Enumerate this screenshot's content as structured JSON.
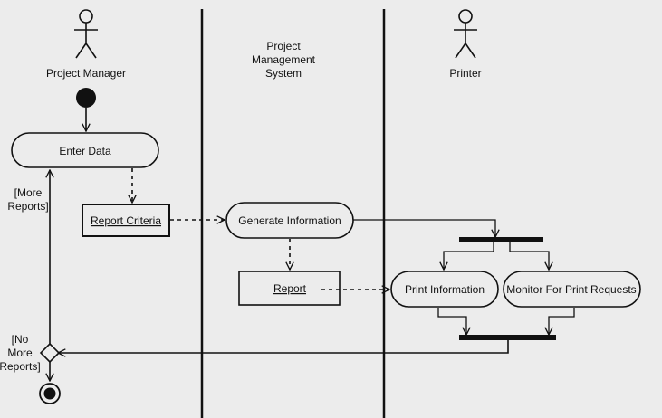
{
  "lanes": {
    "project_manager": "Project Manager",
    "pms": [
      "Project",
      "Management",
      "System"
    ],
    "printer": "Printer"
  },
  "activities": {
    "enter_data": "Enter Data",
    "generate_information": "Generate Information",
    "print_information": "Print Information",
    "monitor_print_requests": "Monitor For Print Requests"
  },
  "objects": {
    "report_criteria": "Report Criteria",
    "report": "Report"
  },
  "guards": {
    "more_reports": [
      "[More",
      "Reports]"
    ],
    "no_more_reports": [
      "[No",
      "More",
      "Reports]"
    ]
  },
  "colors": {
    "background": "#ececec",
    "ink": "#111111"
  }
}
